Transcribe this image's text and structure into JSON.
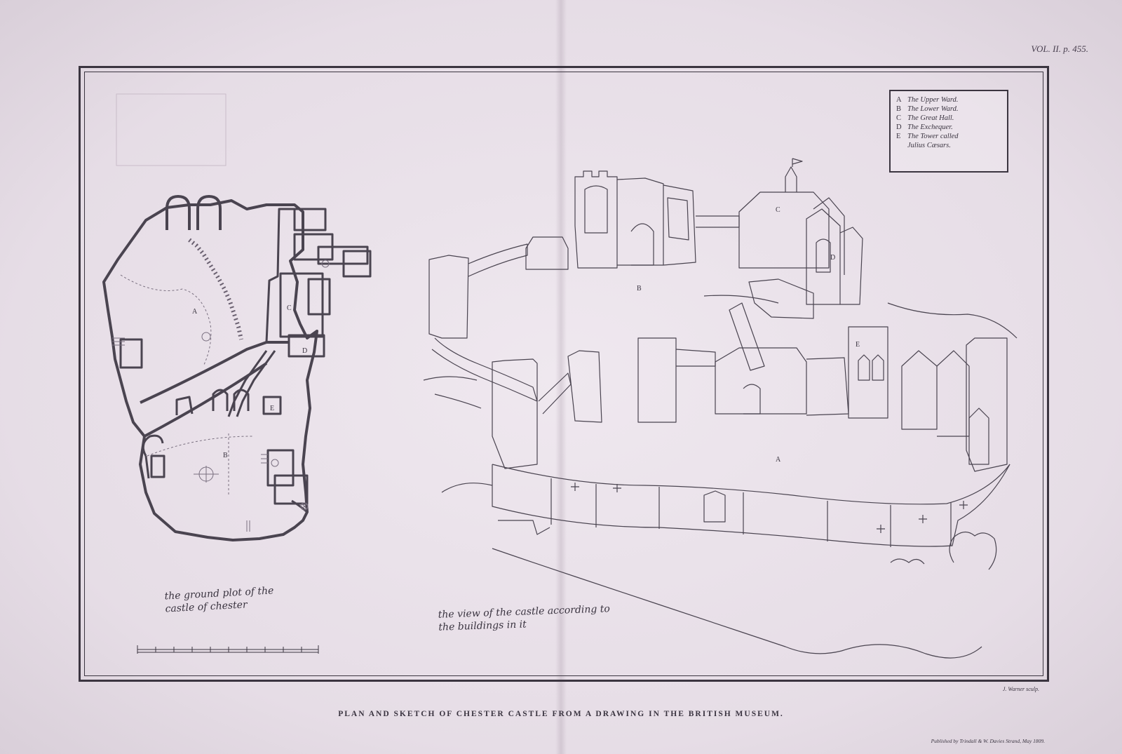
{
  "volume_ref": "VOL. II. p. 455.",
  "legend": {
    "items": [
      {
        "letter": "A",
        "text": "The Upper Ward."
      },
      {
        "letter": "B",
        "text": "The Lower Ward."
      },
      {
        "letter": "C",
        "text": "The Great Hall."
      },
      {
        "letter": "D",
        "text": "The Exchequer."
      },
      {
        "letter": "E",
        "text": "The Tower called"
      }
    ],
    "continuation": "Julius Cæsars."
  },
  "plan_labels": {
    "a": "A",
    "b": "B",
    "c": "C",
    "d": "D",
    "e": "E"
  },
  "view_labels": {
    "a": "A",
    "b": "B",
    "c": "C",
    "d": "D",
    "e": "E"
  },
  "handwritten": {
    "plan_caption_line1": "the ground plot of the",
    "plan_caption_line2": "castle of chester",
    "view_caption_line1": "the view of the castle according to",
    "view_caption_line2": "the buildings in it"
  },
  "engraver_credit": "J. Warner sculp.",
  "caption": "PLAN AND SKETCH OF CHESTER CASTLE FROM A DRAWING IN THE BRITISH MUSEUM.",
  "publisher_line": "Published by Trindall & W. Davies Strand, May 1809."
}
